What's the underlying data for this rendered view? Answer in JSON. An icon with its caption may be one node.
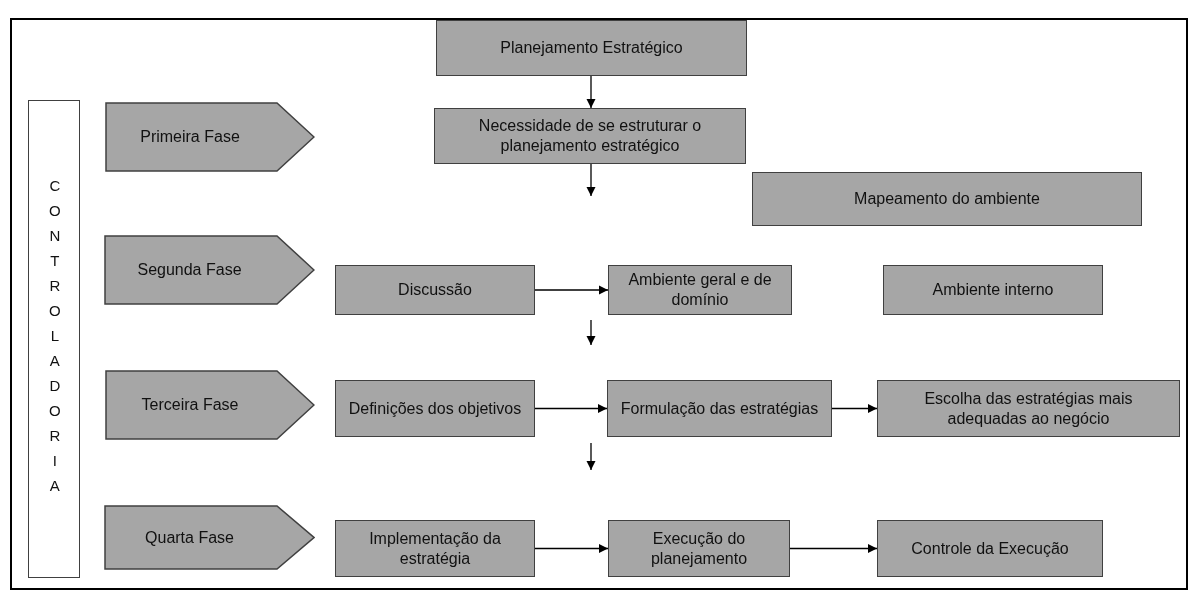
{
  "diagram": {
    "nodes": [
      {
        "text": [
          "Planejamento Estratégico"
        ]
      },
      {
        "text": [
          "Necessidade de se estruturar o planejamento estratégico"
        ]
      },
      {
        "text": [
          "CONTROLADORIA"
        ]
      },
      {
        "text": [
          "Primeira Fase"
        ]
      },
      {
        "text": [
          "Mapeamento do ambiente"
        ]
      },
      {
        "text": [
          "Segunda Fase"
        ]
      },
      {
        "text": [
          "Discussão"
        ]
      },
      {
        "text": [
          "Ambiente geral e de domínio"
        ]
      },
      {
        "text": [
          "Ambiente interno"
        ]
      },
      {
        "text": [
          "Terceira Fase"
        ]
      },
      {
        "text": [
          "Definições dos objetivos"
        ]
      },
      {
        "text": [
          "Formulação das estratégias"
        ]
      },
      {
        "text": [
          "Escolha das estratégias mais adequadas ao negócio"
        ]
      },
      {
        "text": [
          "Quarta Fase"
        ]
      },
      {
        "text": [
          "Implementação da estratégia"
        ]
      },
      {
        "text": [
          "Execução do planejamento"
        ]
      },
      {
        "text": [
          "Controle da Execução"
        ]
      }
    ],
    "edges": [
      {
        "from": 0,
        "to": 1,
        "arrow": "to"
      },
      {
        "from": 1,
        "to": null,
        "arrow": "to"
      },
      {
        "from": 6,
        "to": 7,
        "arrow": "to"
      },
      {
        "from": 10,
        "to": 11,
        "arrow": "to"
      },
      {
        "from": 11,
        "to": 12,
        "arrow": "to"
      },
      {
        "from": 14,
        "to": 15,
        "arrow": "to"
      },
      {
        "from": 15,
        "to": 16,
        "arrow": "to"
      }
    ]
  }
}
